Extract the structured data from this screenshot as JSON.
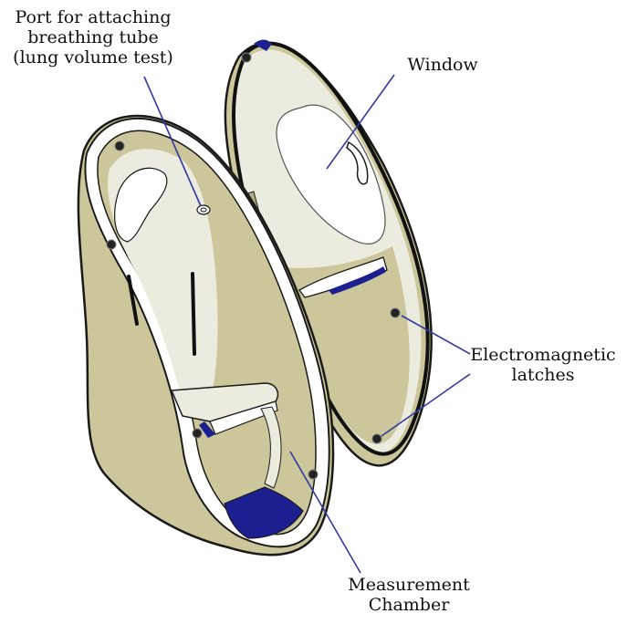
{
  "colors": {
    "shell": "#cbc79a",
    "shell_dark": "#b3ad7f",
    "interior": "#ecebe0",
    "rim": "#ffffff",
    "outline": "#1a1a1a",
    "accent_blue": "#1c1f8f",
    "leader_line": "#2f3aa5"
  },
  "labels": {
    "port": [
      "Port for attaching",
      "breathing tube",
      "(lung volume test)"
    ],
    "window": "Window",
    "latches": [
      "Electromagnetic",
      "latches"
    ],
    "chamber": [
      "Measurement",
      "Chamber"
    ]
  }
}
